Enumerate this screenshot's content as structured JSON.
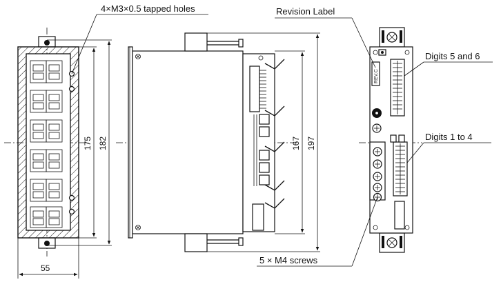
{
  "labels": {
    "tapped_holes": "4×M3×0.5 tapped holes",
    "revision_label": "Revision Label",
    "digits_5_6": "Digits 5 and 6",
    "digits_1_4": "Digits 1 to 4",
    "screws": "5 × M4 screws",
    "rev_tag": "REV.C"
  },
  "dimensions": {
    "front_width": "55",
    "front_inner_height": "175",
    "front_outer_height": "182",
    "side_inner_height": "167",
    "side_outer_height": "197"
  },
  "colors": {
    "line": "#111111",
    "hatch": "#111111",
    "background": "#ffffff"
  }
}
